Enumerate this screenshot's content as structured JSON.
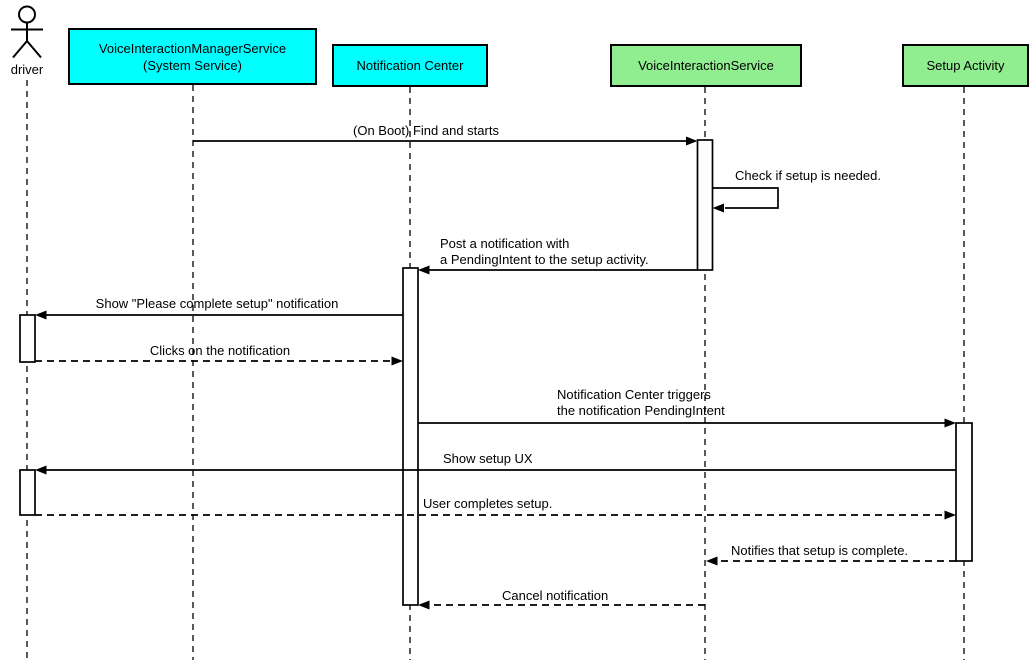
{
  "participants": [
    {
      "id": "driver",
      "kind": "actor",
      "label": "driver"
    },
    {
      "id": "voice-interaction-manager-service",
      "kind": "object",
      "lines": [
        "VoiceInteractionManagerService",
        "(System Service)"
      ],
      "fill": "#00ffff"
    },
    {
      "id": "notification-center",
      "kind": "object",
      "label": "Notification Center",
      "fill": "#00ffff"
    },
    {
      "id": "voice-interaction-service",
      "kind": "object",
      "label": "VoiceInteractionService",
      "fill": "#90ee90"
    },
    {
      "id": "setup-activity",
      "kind": "object",
      "label": "Setup Activity",
      "fill": "#90ee90"
    }
  ],
  "messages": [
    {
      "n": 1,
      "from": "voice-interaction-manager-service",
      "to": "voice-interaction-service",
      "style": "solid",
      "label": "(On Boot) Find and starts"
    },
    {
      "n": 2,
      "from": "voice-interaction-service",
      "to": "voice-interaction-service",
      "style": "solid-self",
      "label": "Check if setup is needed."
    },
    {
      "n": 3,
      "from": "voice-interaction-service",
      "to": "notification-center",
      "style": "solid",
      "lines": [
        "Post a notification with",
        "a PendingIntent to the setup activity."
      ]
    },
    {
      "n": 4,
      "from": "notification-center",
      "to": "driver",
      "style": "solid",
      "label": "Show \"Please complete setup\" notification"
    },
    {
      "n": 5,
      "from": "driver",
      "to": "notification-center",
      "style": "dashed",
      "label": "Clicks on the notification"
    },
    {
      "n": 6,
      "from": "notification-center",
      "to": "setup-activity",
      "style": "solid",
      "lines": [
        "Notification Center triggers",
        "the notification PendingIntent"
      ]
    },
    {
      "n": 7,
      "from": "setup-activity",
      "to": "driver",
      "style": "solid",
      "label": "Show setup UX"
    },
    {
      "n": 8,
      "from": "driver",
      "to": "setup-activity",
      "style": "dashed",
      "label": "User completes setup."
    },
    {
      "n": 9,
      "from": "setup-activity",
      "to": "voice-interaction-service",
      "style": "dashed",
      "label": "Notifies that setup is complete."
    },
    {
      "n": 10,
      "from": "voice-interaction-service",
      "to": "notification-center",
      "style": "dashed",
      "label": "Cancel notification"
    }
  ],
  "colors": {
    "participant_cyan": "#00ffff",
    "participant_green": "#90ee90",
    "line": "#000000",
    "background": "#ffffff"
  }
}
